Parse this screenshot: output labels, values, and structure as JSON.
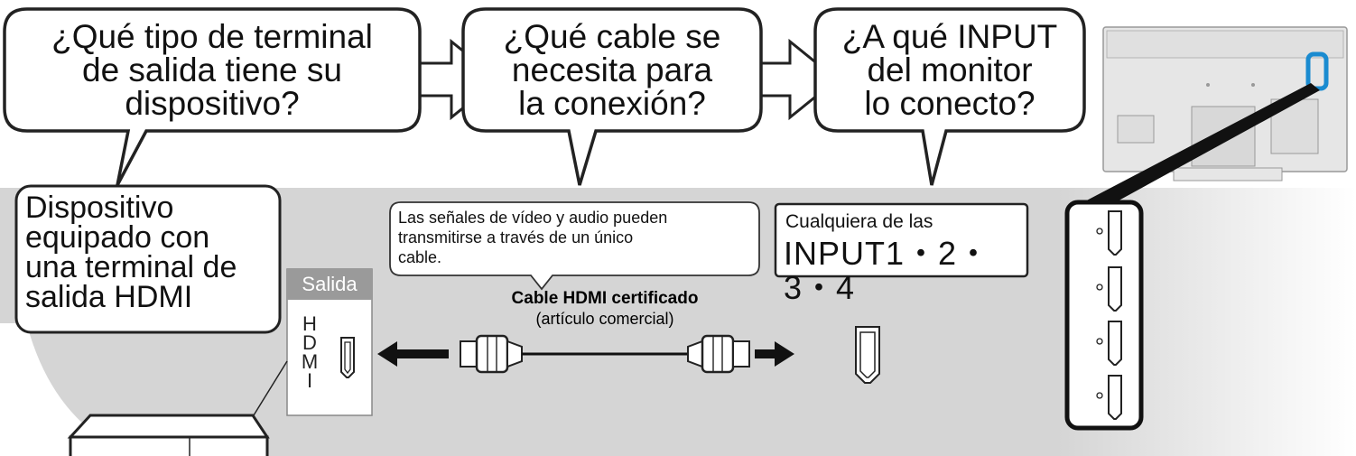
{
  "bubbles": {
    "q1": [
      "¿Qué tipo de terminal",
      "de salida tiene su",
      "dispositivo?"
    ],
    "q2": [
      "¿Qué cable se",
      "necesita para",
      "la conexión?"
    ],
    "q3": [
      "¿A qué INPUT",
      "del monitor",
      "lo conecto?"
    ]
  },
  "device_box": [
    "Dispositivo",
    "equipado con",
    "una terminal de",
    "salida HDMI"
  ],
  "tip_box": [
    "Las señales de vídeo y audio pueden",
    "transmitirse a través de un único",
    "cable."
  ],
  "cable": {
    "label": "Cable HDMI certificado",
    "sub": "(artículo comercial)"
  },
  "input_box": {
    "intro": "Cualquiera de las",
    "inputs": "INPUT1・2・3・4"
  },
  "salida": {
    "label": "Salida",
    "letters": [
      "H",
      "D",
      "M",
      "I"
    ]
  },
  "colors": {
    "floor": "#d5d5d5",
    "salida_header": "#9a9a9a",
    "port_highlight": "#1a8bd0",
    "outline": "#222222",
    "monitor": "#e6e6e6"
  }
}
